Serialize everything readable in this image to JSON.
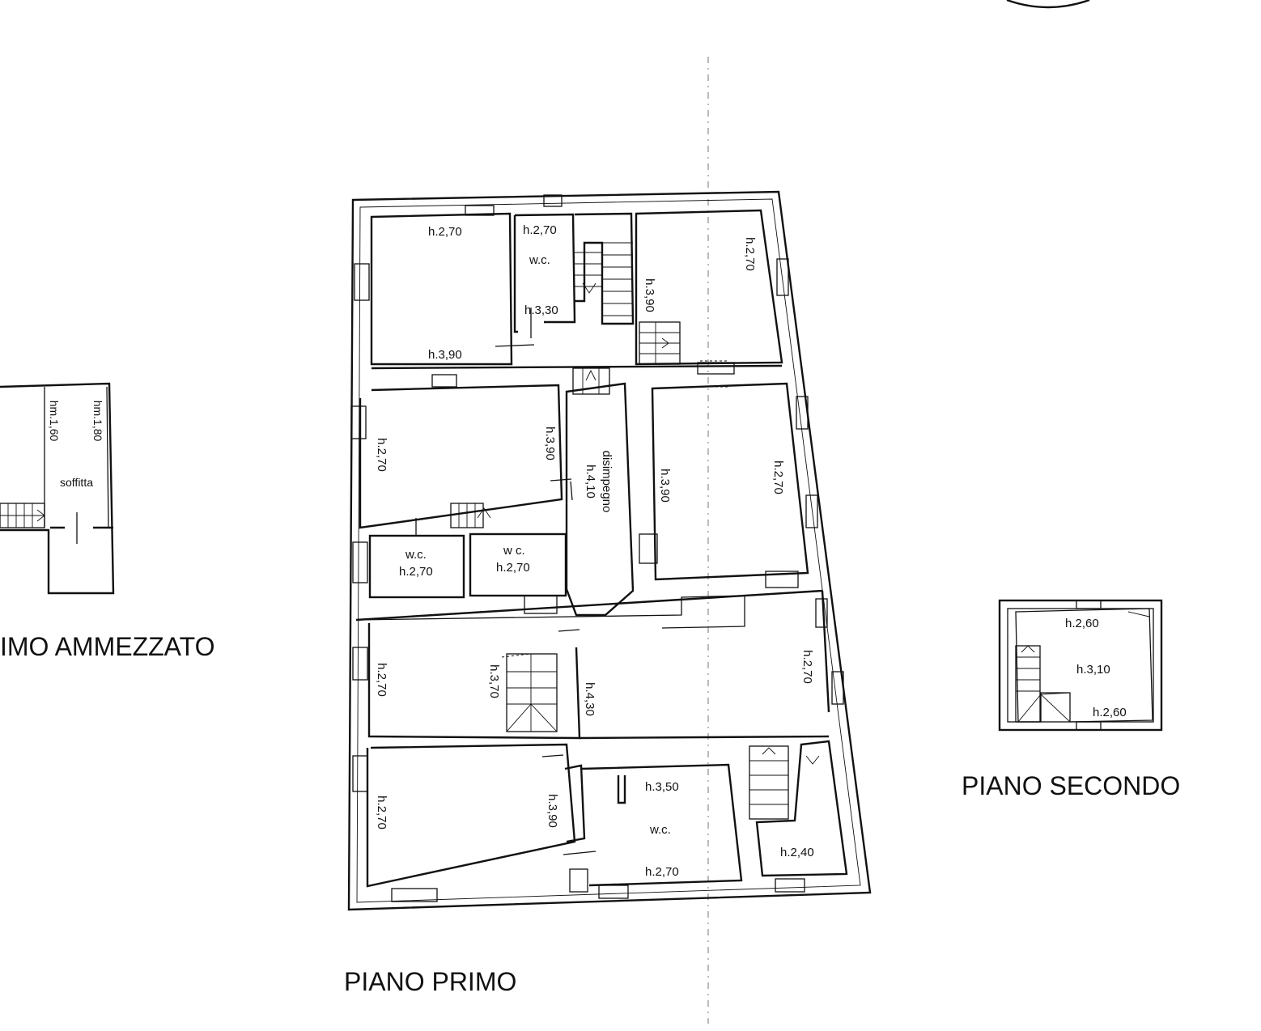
{
  "titles": {
    "mezzanine": "IMO AMMEZZATO",
    "first_floor": "PIANO PRIMO",
    "second_floor": "PIANO SECONDO"
  },
  "mezzanine": {
    "room": "soffitta",
    "height_left": "hm.1,60",
    "height_right": "hm.1,80"
  },
  "first_floor": {
    "room_tl": "h.2,70",
    "room_tl_low": "h.3,90",
    "wc_top": "w.c.",
    "wc_top_h": "h.2,70",
    "wc_top_h2": "h.3,30",
    "stair_h": "h.3,90",
    "room_tr": "h.2,70",
    "room_ml": "h.2,70",
    "room_ml_r": "h.3,90",
    "corridor": "disimpegno",
    "corridor_h": "h.4,10",
    "room_mr_l": "h.3,90",
    "room_mr_r": "h.2,70",
    "wc_a": "w.c.",
    "wc_a_h": "h.2,70",
    "wc_b": "w c.",
    "wc_b_h": "h.2,70",
    "hall_l": "h.2,70",
    "hall_stair": "h.3,70",
    "hall_c": "h.4,30",
    "hall_r": "h.2,70",
    "room_bl": "h.2,70",
    "room_bl_r": "h.3,90",
    "wc_bottom": "w.c.",
    "wc_bottom_h": "h.3,50",
    "wc_bottom_h2": "h.2,70",
    "room_br": "h.2,40"
  },
  "second_floor": {
    "h_top": "h.2,60",
    "h_mid": "h.3,10",
    "h_bottom": "h.2,60"
  }
}
